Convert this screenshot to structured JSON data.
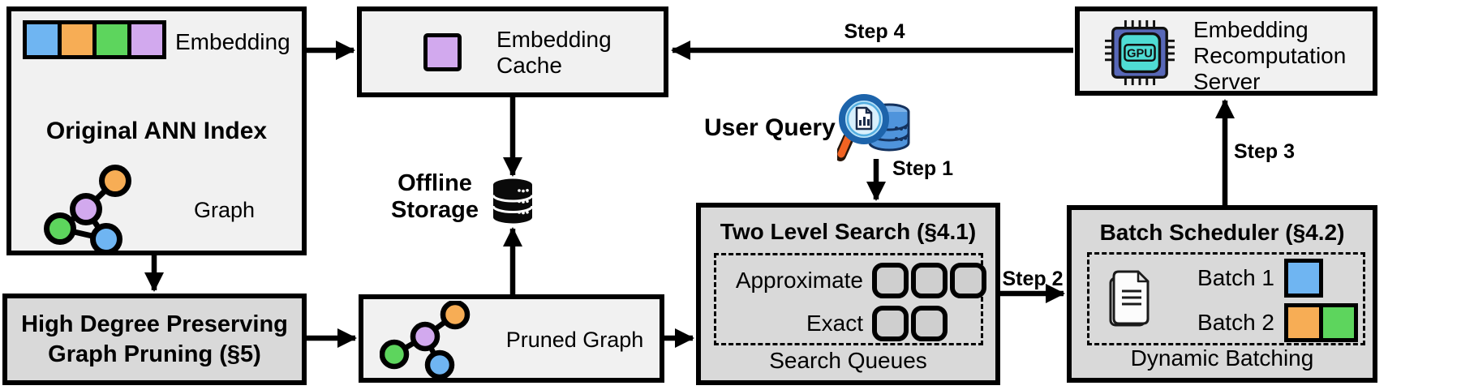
{
  "palette": {
    "blue": "#6fb5f2",
    "orange": "#f7ad55",
    "green": "#5dd55d",
    "purple": "#d2a9ee"
  },
  "colors": {
    "box_light": "#f1f1f1",
    "box_dark": "#d9d9d9",
    "queue_slot": "#cfcfcf",
    "line": "#000000",
    "gpu_chip": "#5868b8",
    "gpu_core": "#4fdcd4",
    "query_db": "#4f94dc",
    "magnifier_handle": "#f26322"
  },
  "original_ann_index": {
    "title": "Original ANN Index",
    "embedding_label": "Embedding",
    "graph_label": "Graph",
    "embedding_colors": [
      "blue",
      "orange",
      "green",
      "purple"
    ]
  },
  "embedding_cache": {
    "title": "Embedding Cache"
  },
  "offline_storage": {
    "label": "Offline Storage"
  },
  "user_query": {
    "label": "User Query"
  },
  "two_level_search": {
    "title": "Two Level Search (§4.1)",
    "approximate_label": "Approximate",
    "approximate_slots": 3,
    "exact_label": "Exact",
    "exact_slots": 2,
    "footer": "Search Queues"
  },
  "batch_scheduler": {
    "title": "Batch Scheduler (§4.2)",
    "batch1_label": "Batch 1",
    "batch1_colors": [
      "blue"
    ],
    "batch2_label": "Batch 2",
    "batch2_colors": [
      "orange",
      "green"
    ],
    "footer": "Dynamic Batching"
  },
  "recomputation_server": {
    "title": "Embedding Recomputation Server",
    "gpu_label": "GPU"
  },
  "graph_pruning": {
    "title": "High Degree Preserving Graph Pruning (§5)"
  },
  "pruned_graph": {
    "label": "Pruned Graph"
  },
  "steps": {
    "step1": "Step 1",
    "step2": "Step 2",
    "step3": "Step 3",
    "step4": "Step 4"
  }
}
